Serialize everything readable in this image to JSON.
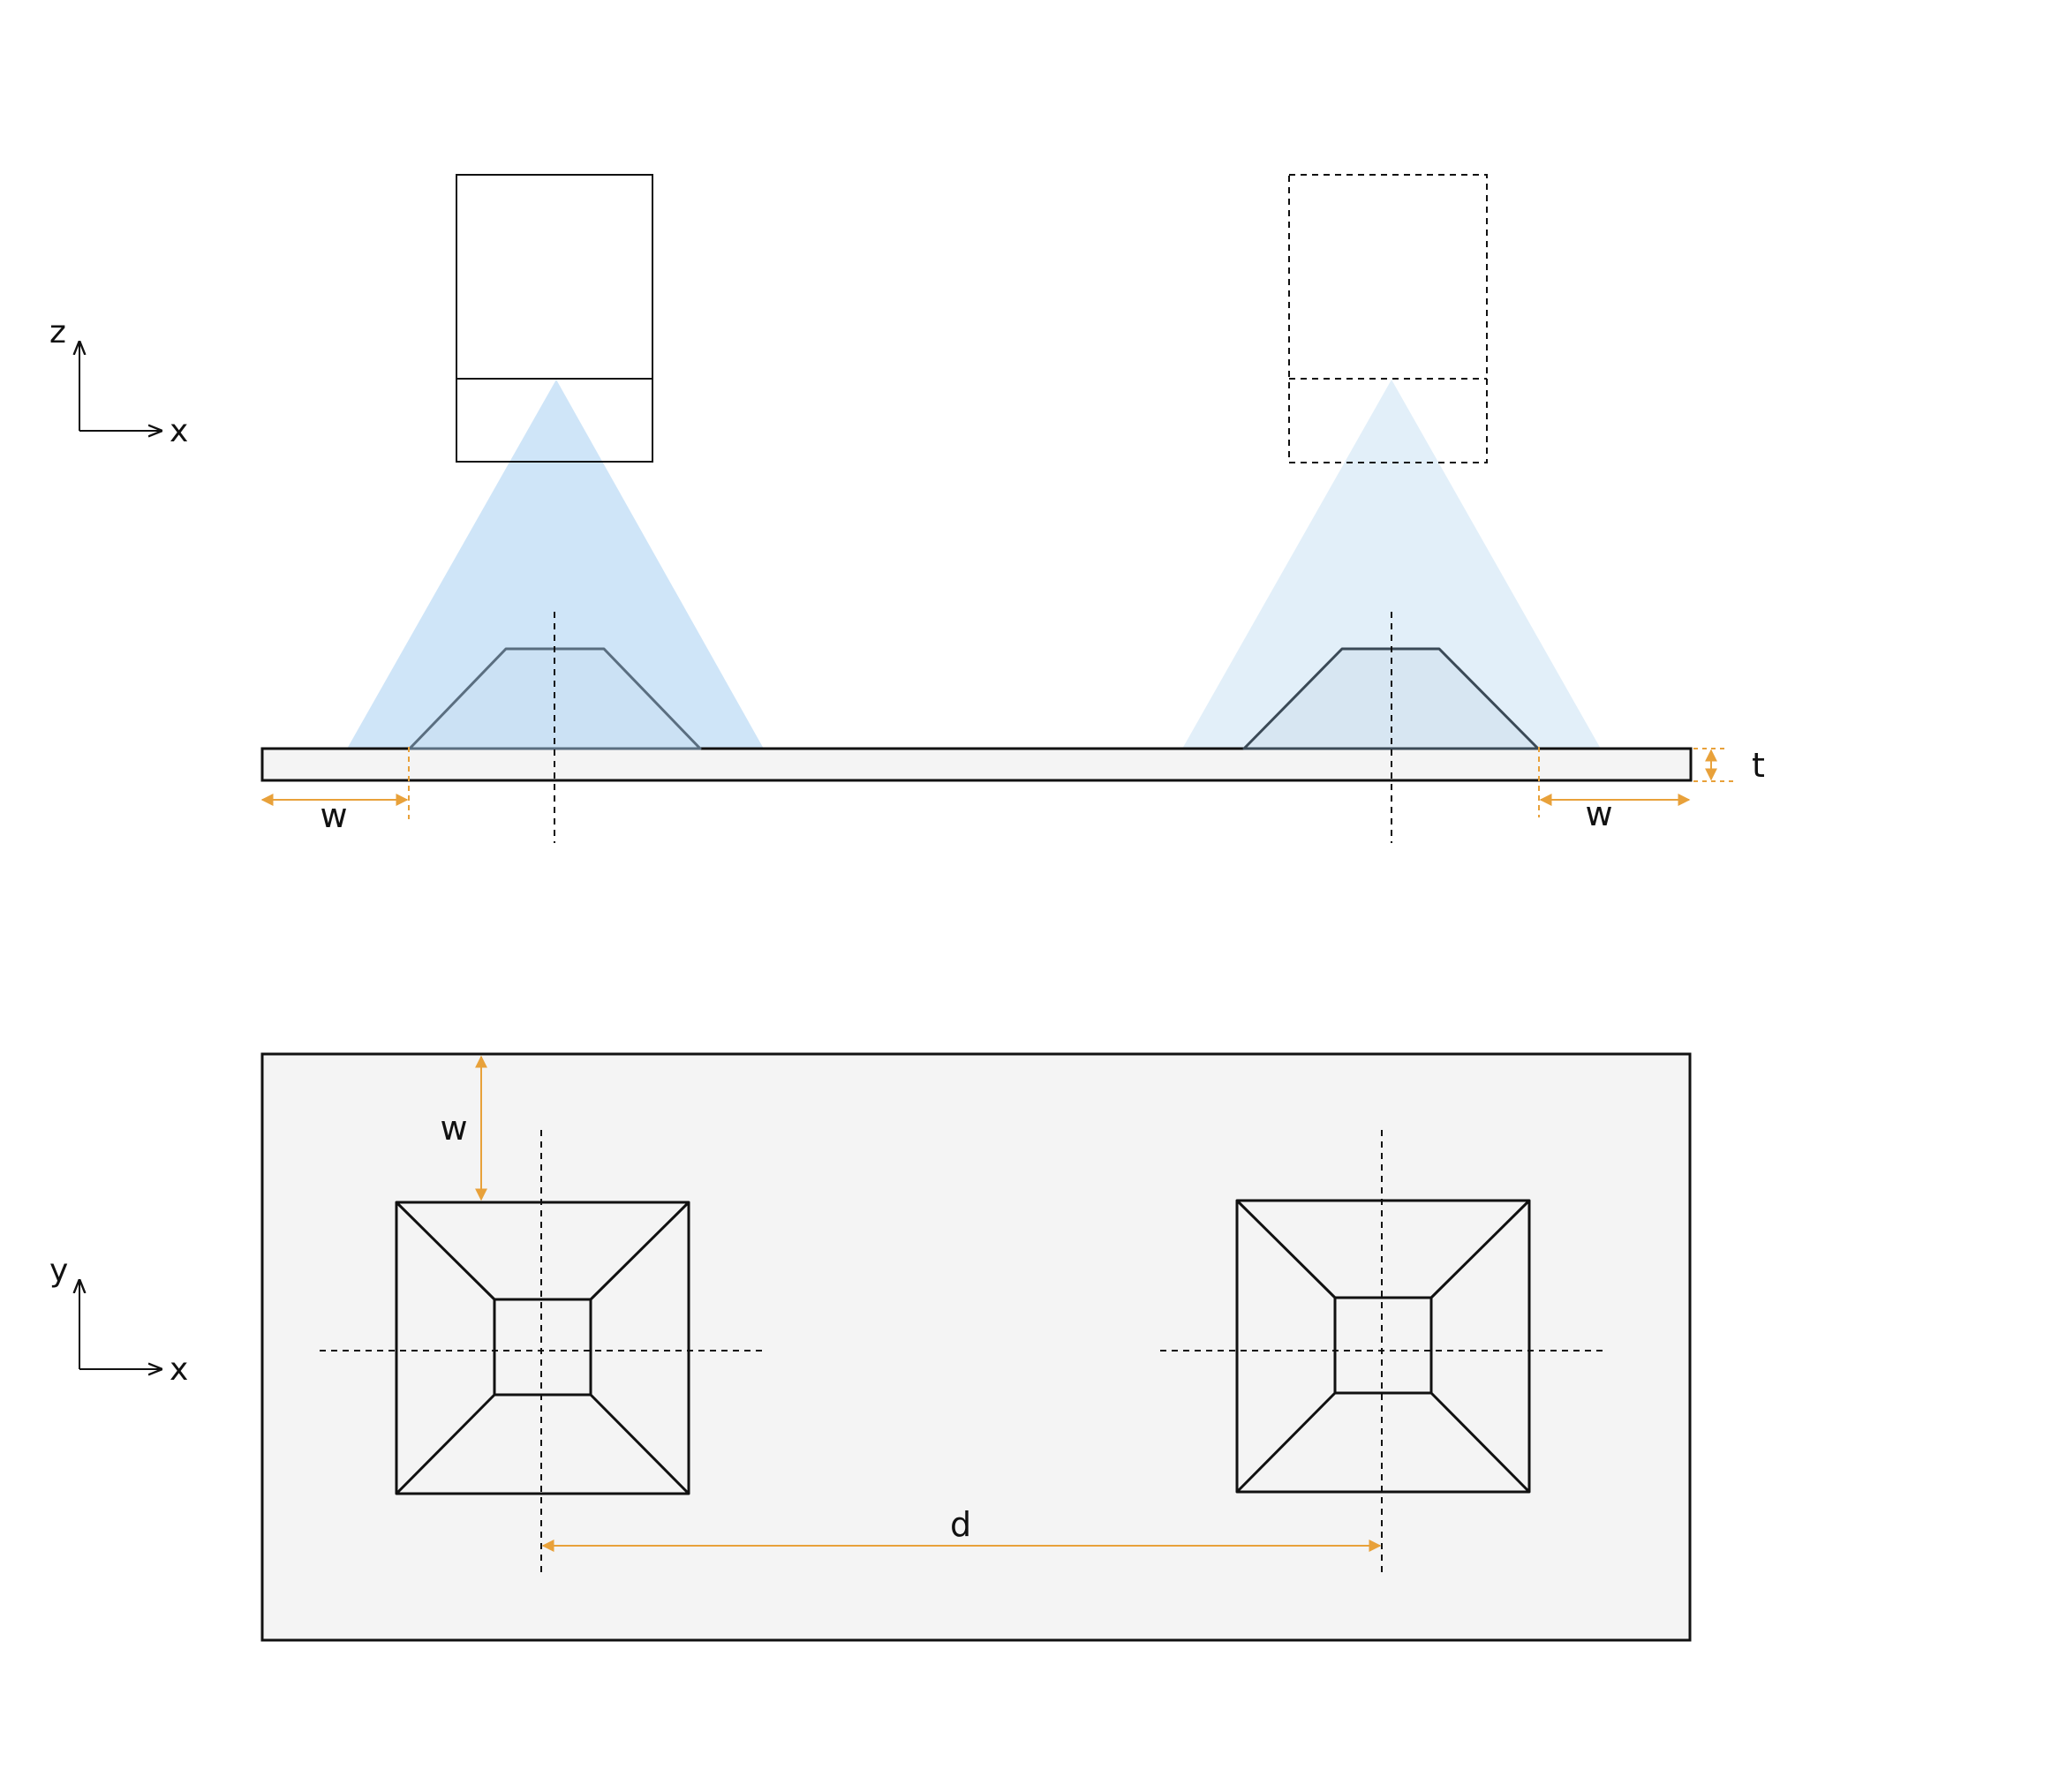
{
  "side_view": {
    "axes": {
      "vertical_label": "z",
      "horizontal_label": "x"
    },
    "dimensions": {
      "left_width_label": "w",
      "right_width_label": "w",
      "thickness_label": "t"
    }
  },
  "top_view": {
    "axes": {
      "vertical_label": "y",
      "horizontal_label": "x"
    },
    "dimensions": {
      "width_label": "w",
      "distance_label": "d"
    }
  },
  "colors": {
    "dimension_orange": "#e8a13a",
    "light_cone_primary": "#cfe5f8",
    "light_cone_secondary": "#e2eff9",
    "plate_fill": "#f4f4f4",
    "frustum_edge": "#5a6e80",
    "outline": "#111111"
  }
}
